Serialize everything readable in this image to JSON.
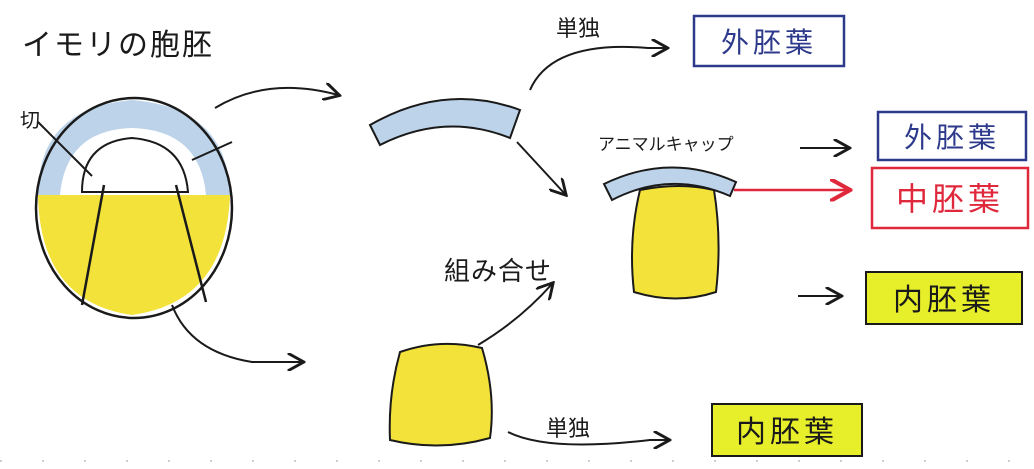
{
  "title": "イモリの胞胚",
  "cut_label": "切",
  "combine_label": "組み合せ",
  "animal_cap_label": "アニマルキャップ",
  "single_top_label": "単独",
  "single_bottom_label": "単独",
  "result_top": "外胚葉",
  "result_ecto": "外胚葉",
  "result_meso": "中胚葉",
  "result_endo": "内胚葉",
  "result_bottom": "内胚葉",
  "colors": {
    "ink": "#1a1a1a",
    "ecto_border": "#2d3a8c",
    "ecto_text": "#2d3a8c",
    "meso": "#e0283c",
    "endo_fill": "#e7ee2a",
    "yolk": "#f2e23a",
    "cap": "#bcd3ea"
  }
}
